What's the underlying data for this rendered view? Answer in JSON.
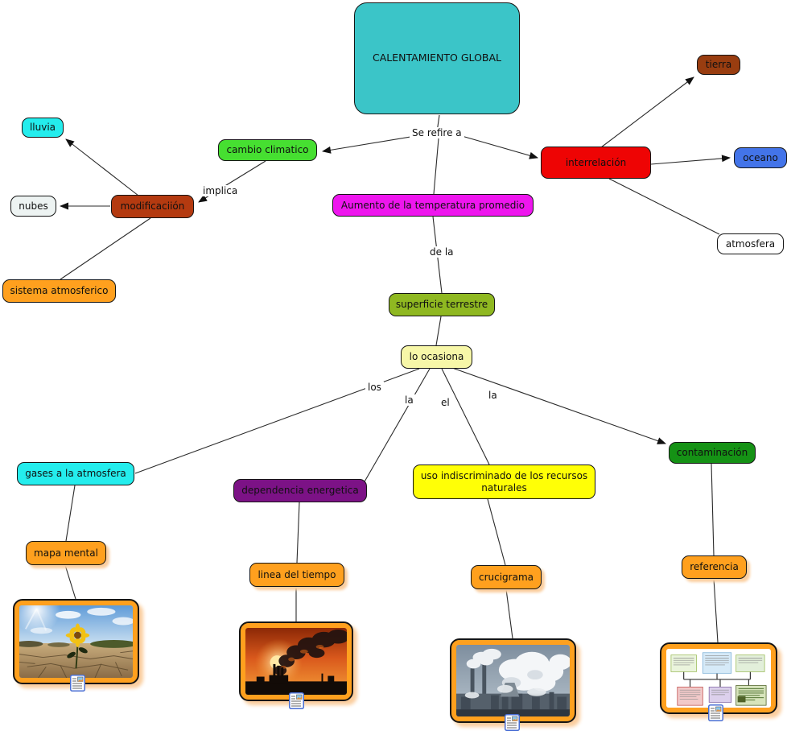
{
  "map": {
    "root_label": "CALENTAMIENTO GLOBAL",
    "links": {
      "se_refiere": "Se refire a",
      "implica": "implica",
      "de_la": "de la",
      "los": "los",
      "la_left": "la",
      "el": "el",
      "la_right": "la"
    },
    "concepts": {
      "cambio": "cambio climatico",
      "modificacion": "modificaciión",
      "lluvia": "lluvia",
      "nubes": "nubes",
      "sistema": "sistema atmosferico",
      "interrelacion": "interrelación",
      "tierra": "tierra",
      "oceano": "oceano",
      "atmosfera": "atmosfera",
      "aumento": "Aumento de la temperatura promedio",
      "superficie": "superficie terrestre",
      "ocasiona": "lo ocasiona",
      "gases": "gases a la atmosfera",
      "dependencia": "dependencia energetica",
      "uso": "uso indiscriminado de los recursos naturales",
      "contaminacion": "contaminación"
    },
    "resources": {
      "mapa_mental": "mapa mental",
      "linea_tiempo": "linea del tiempo",
      "crucigrama": "crucigrama",
      "referencia": "referencia"
    }
  },
  "colors": {
    "root_bg": "#3bc5c8",
    "lluvia_bg": "#24eded",
    "nubes_bg": "#edf3f2",
    "modificacion_bg": "#b43a10",
    "sistema_bg": "#ffa01e",
    "cambio_bg": "#46df31",
    "interrelacion_bg": "#ee0404",
    "tierra_bg": "#993d10",
    "oceano_bg": "#4374e9",
    "atmosfera_bg": "#ffffff",
    "aumento_bg": "#ee16ee",
    "superficie_bg": "#8fb821",
    "ocasiona_bg": "#f7f7a8",
    "gases_bg": "#24eded",
    "dependencia_bg": "#7c1286",
    "uso_bg": "#ffff06",
    "contaminacion_bg": "#159215",
    "resource_bg": "#ffa01e",
    "frame_bg": "#ffa01e",
    "line_color": "#2a2a2a"
  }
}
